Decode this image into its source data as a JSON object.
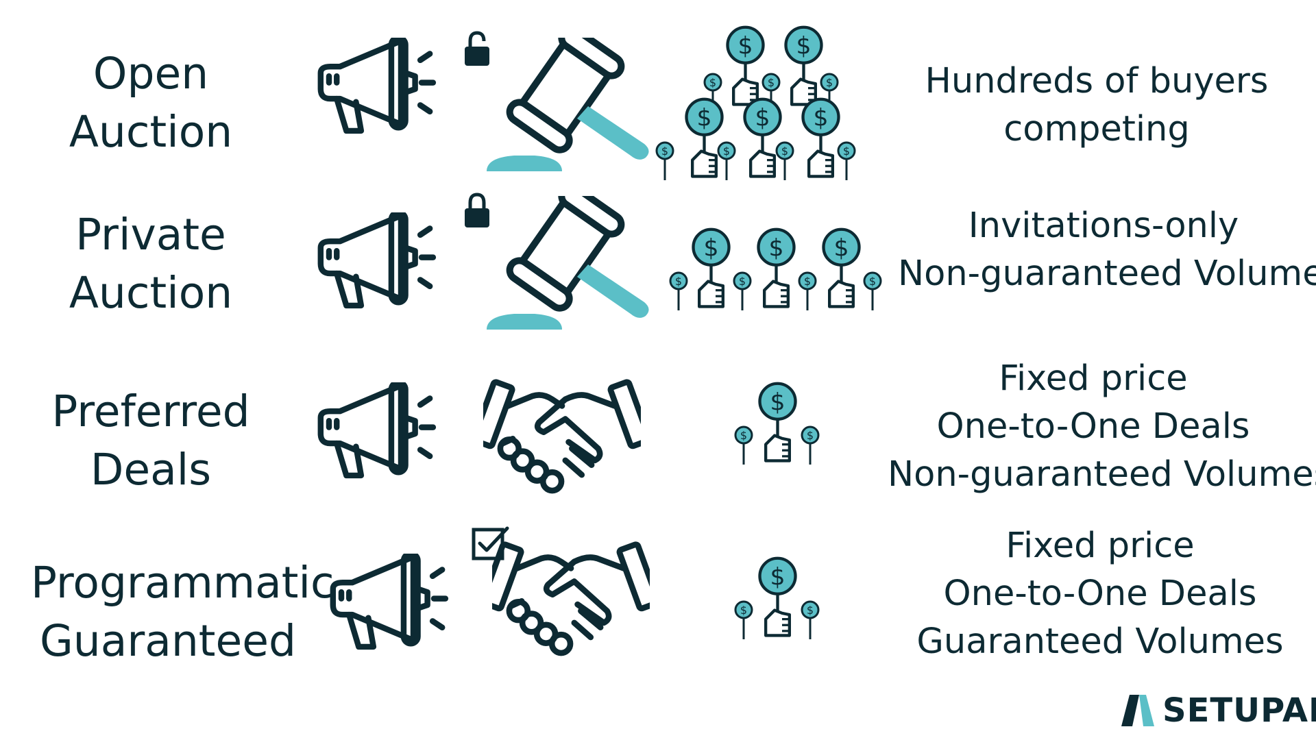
{
  "colors": {
    "dark": "#0d2a33",
    "accent": "#5bbfc7"
  },
  "rows": [
    {
      "label_lines": [
        "Open",
        "Auction"
      ],
      "desc_lines": [
        "Hundreds of buyers",
        "competing"
      ],
      "icons": [
        "megaphone-icon",
        "gavel-icon",
        "unlocked-padlock-icon",
        "bidder-crowd-large-icon"
      ]
    },
    {
      "label_lines": [
        "Private",
        "Auction"
      ],
      "desc_lines": [
        "Invitations-only",
        "Non-guaranteed Volumes"
      ],
      "icons": [
        "megaphone-icon",
        "gavel-icon",
        "locked-padlock-icon",
        "bidder-group-icon"
      ]
    },
    {
      "label_lines": [
        "Preferred",
        "Deals"
      ],
      "desc_lines": [
        "Fixed price",
        "One-to-One Deals",
        "Non-guaranteed Volumes"
      ],
      "icons": [
        "megaphone-icon",
        "handshake-icon",
        "single-bidder-icon"
      ]
    },
    {
      "label_lines": [
        "Programmatic",
        "Guaranteed"
      ],
      "desc_lines": [
        "Fixed price",
        "One-to-One Deals",
        "Guaranteed Volumes"
      ],
      "icons": [
        "megaphone-icon",
        "handshake-icon",
        "checked-box-icon",
        "single-bidder-icon"
      ]
    }
  ],
  "logo": {
    "text": "SETUPAD"
  }
}
